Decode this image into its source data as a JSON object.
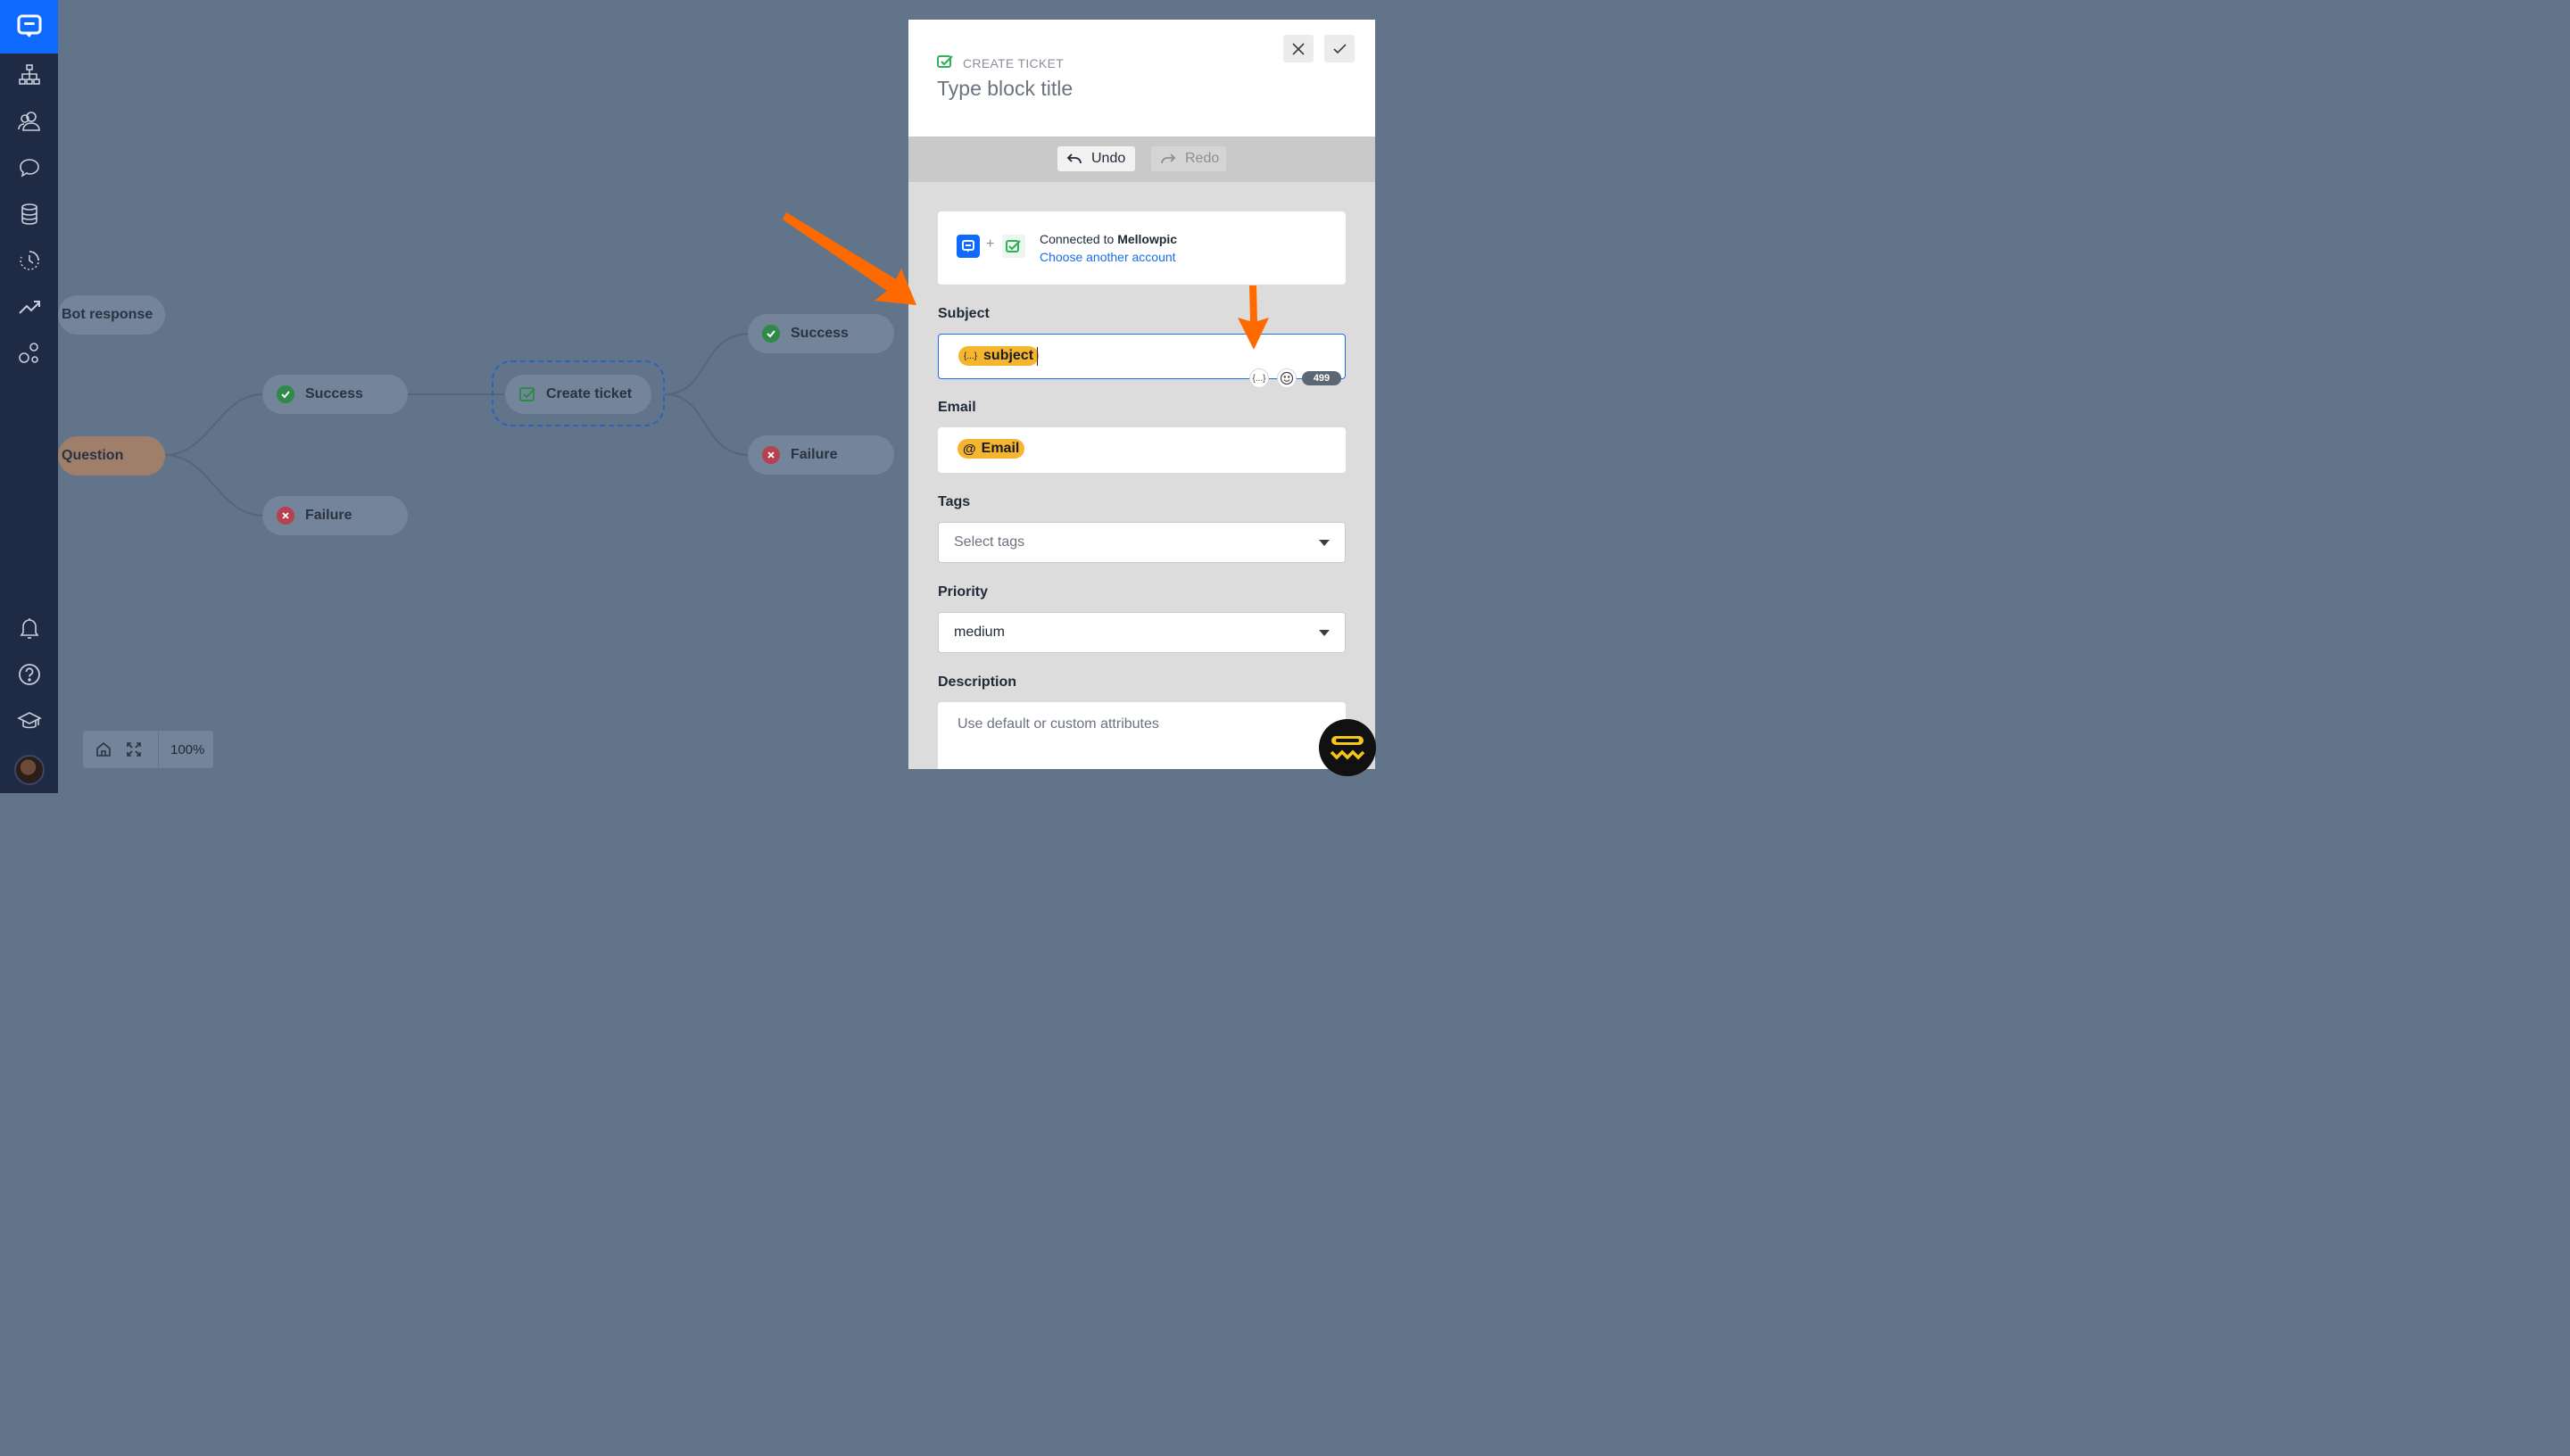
{
  "sidebar": {
    "items": [
      {
        "icon": "sitemap-icon",
        "label": "Stories"
      },
      {
        "icon": "users-icon",
        "label": "Audience"
      },
      {
        "icon": "chat-bubble-icon",
        "label": "Chats"
      },
      {
        "icon": "database-icon",
        "label": "Data"
      },
      {
        "icon": "history-icon",
        "label": "History"
      },
      {
        "icon": "trending-icon",
        "label": "Analytics"
      },
      {
        "icon": "integrations-icon",
        "label": "Integrations"
      },
      {
        "icon": "bell-icon",
        "label": "Notifications"
      },
      {
        "icon": "help-icon",
        "label": "Help"
      },
      {
        "icon": "graduation-cap-icon",
        "label": "Academy"
      }
    ]
  },
  "canvas": {
    "nodes": {
      "bot_response": "Bot response",
      "question": "Question",
      "success_1": "Success",
      "failure_1": "Failure",
      "create_ticket": "Create ticket",
      "success_2": "Success",
      "failure_2": "Failure"
    },
    "zoom": "100%"
  },
  "panel": {
    "block_type": "CREATE TICKET",
    "title_placeholder": "Type block title",
    "undo_label": "Undo",
    "redo_label": "Redo",
    "connection": {
      "prefix": "Connected to",
      "account": "Mellowpic",
      "change_link": "Choose another account"
    },
    "fields": {
      "subject": {
        "label": "Subject",
        "chip": "subject",
        "chip_icon": "{...}",
        "counter": "499"
      },
      "email": {
        "label": "Email",
        "chip": "Email",
        "chip_icon": "@"
      },
      "tags": {
        "label": "Tags",
        "placeholder": "Select tags"
      },
      "priority": {
        "label": "Priority",
        "value": "medium"
      },
      "description": {
        "label": "Description",
        "placeholder": "Use default or custom attributes"
      }
    }
  },
  "colors": {
    "brand": "#0f6bff",
    "sidebar": "#1f2a44",
    "canvas": "#627489",
    "chip": "#f5b52e",
    "annotation_arrow": "#ff6a00",
    "success": "#2f8a4a",
    "failure": "#b5424f"
  }
}
